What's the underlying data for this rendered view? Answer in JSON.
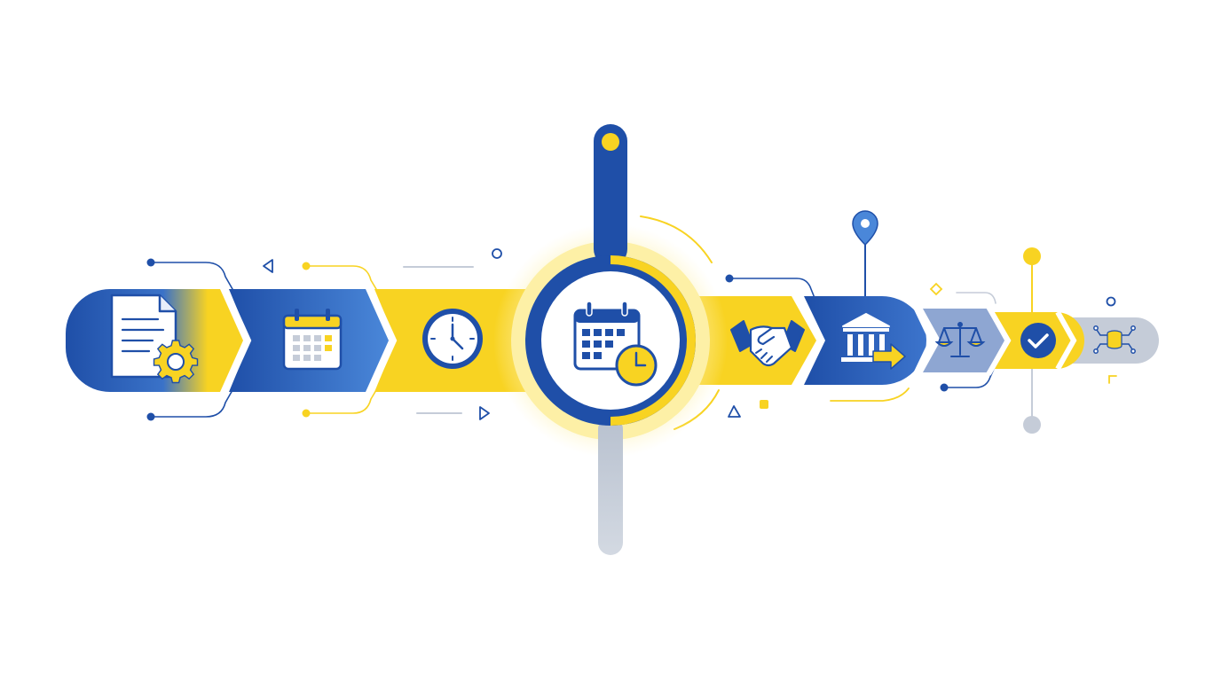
{
  "colors": {
    "blue": "#1f4fa8",
    "blue_light": "#4a87d9",
    "blue_pale": "#8ea6d2",
    "yellow": "#f8d322",
    "yellow_pale": "#fbe98a",
    "gray": "#c5ccd8",
    "gray_light": "#dfe3ea",
    "white": "#ffffff"
  },
  "steps": [
    {
      "icon": "document-gear-icon",
      "color": "blue"
    },
    {
      "icon": "calendar-icon",
      "color": "blue"
    },
    {
      "icon": "clock-icon",
      "color": "yellow"
    },
    {
      "icon": "calendar-clock-icon",
      "color": "blue",
      "focus": true
    },
    {
      "icon": "handshake-icon",
      "color": "yellow"
    },
    {
      "icon": "bank-transfer-icon",
      "color": "blue"
    },
    {
      "icon": "scales-icon",
      "color": "blue_pale"
    },
    {
      "icon": "check-badge-icon",
      "color": "yellow"
    },
    {
      "icon": "database-network-icon",
      "color": "gray"
    }
  ],
  "markers": {
    "focus_pin": "vertical-slider-pin",
    "location_pin": "location-pin-icon"
  }
}
